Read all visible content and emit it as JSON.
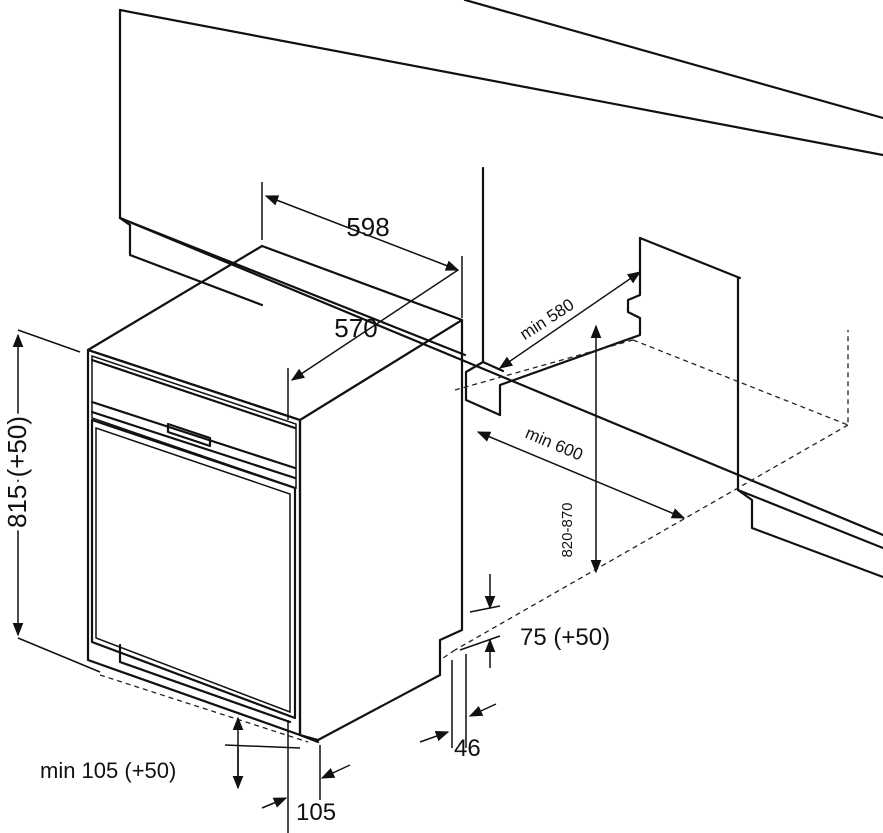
{
  "dimensions": {
    "width_top": "598",
    "depth": "570",
    "height": "815 (+50)",
    "niche_depth_min": "min 580",
    "niche_width_min": "min 600",
    "niche_height": "820-870",
    "plinth_height": "75 (+50)",
    "side_offset": "46",
    "plinth_bottom": "min 105 (+50)",
    "bottom_width": "105"
  }
}
